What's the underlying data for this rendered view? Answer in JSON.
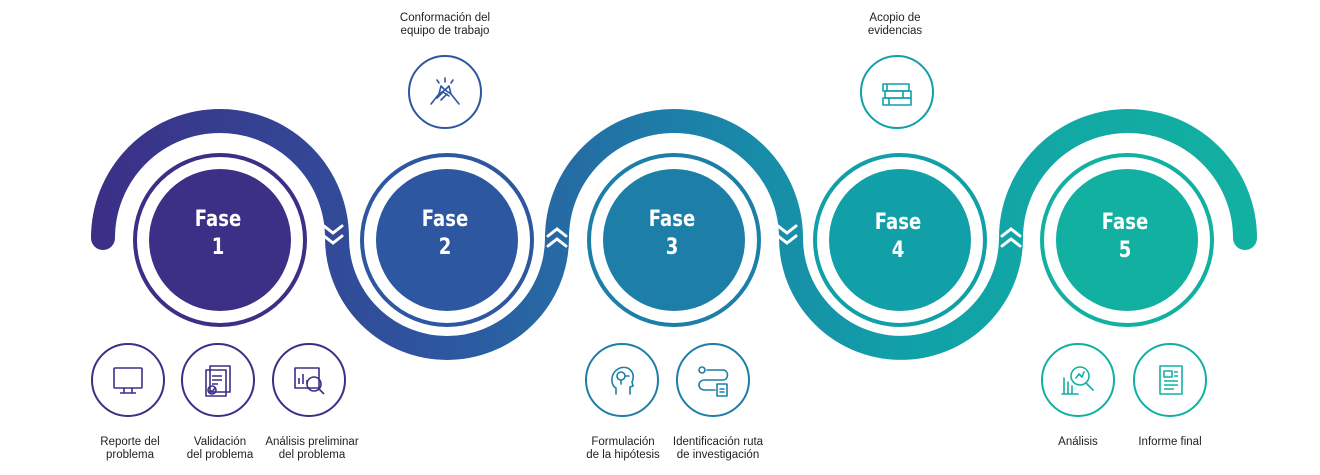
{
  "colors": {
    "fase1": "#3b2f86",
    "fase2": "#2d57a0",
    "fase3": "#1d7ea8",
    "fase4": "#11a0a8",
    "fase5": "#12b0a0"
  },
  "phases": [
    {
      "word": "Fase",
      "num": "1"
    },
    {
      "word": "Fase",
      "num": "2"
    },
    {
      "word": "Fase",
      "num": "3"
    },
    {
      "word": "Fase",
      "num": "4"
    },
    {
      "word": "Fase",
      "num": "5"
    }
  ],
  "top_items": [
    {
      "line1": "Conformación del",
      "line2": "equipo de trabajo",
      "icon": "handshake-icon"
    },
    {
      "line1": "Acopio de",
      "line2": "evidencias",
      "icon": "books-icon"
    }
  ],
  "bottom_items": [
    {
      "line1": "Reporte del",
      "line2": "problema",
      "icon": "monitor-icon"
    },
    {
      "line1": "Validación",
      "line2": "del problema",
      "icon": "document-check-icon"
    },
    {
      "line1": "Análisis preliminar",
      "line2": "del problema",
      "icon": "chart-magnifier-icon"
    },
    {
      "line1": "Formulación",
      "line2": "de la hipótesis",
      "icon": "head-brain-icon"
    },
    {
      "line1": "Identificación ruta",
      "line2": "de investigación",
      "icon": "route-icon"
    },
    {
      "line1": "Análisis",
      "line2": "",
      "icon": "magnifier-chart-icon"
    },
    {
      "line1": "Informe final",
      "line2": "",
      "icon": "report-icon"
    }
  ]
}
